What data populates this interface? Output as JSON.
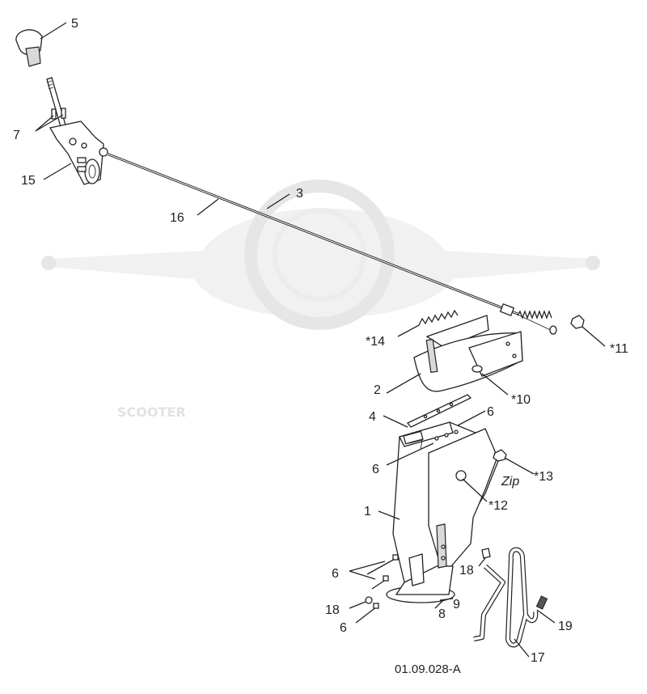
{
  "watermark": {
    "brand": "SCOOTER",
    "script": "Zip"
  },
  "diagram_id": "01.09.028-A",
  "callouts": [
    {
      "id": "c5",
      "text": "5"
    },
    {
      "id": "c7",
      "text": "7"
    },
    {
      "id": "c15",
      "text": "15"
    },
    {
      "id": "c16",
      "text": "16"
    },
    {
      "id": "c3",
      "text": "3"
    },
    {
      "id": "c11",
      "text": "*11"
    },
    {
      "id": "c14",
      "text": "*14"
    },
    {
      "id": "c2",
      "text": "2"
    },
    {
      "id": "c10",
      "text": "*10"
    },
    {
      "id": "c4",
      "text": "4"
    },
    {
      "id": "c6a",
      "text": "6"
    },
    {
      "id": "c6b",
      "text": "6"
    },
    {
      "id": "c13",
      "text": "*13"
    },
    {
      "id": "c12",
      "text": "*12"
    },
    {
      "id": "c1",
      "text": "1"
    },
    {
      "id": "c18a",
      "text": "18"
    },
    {
      "id": "c6c",
      "text": "6"
    },
    {
      "id": "c9",
      "text": "9"
    },
    {
      "id": "c8",
      "text": "8"
    },
    {
      "id": "c18b",
      "text": "18"
    },
    {
      "id": "c6d",
      "text": "6"
    },
    {
      "id": "c19",
      "text": "19"
    },
    {
      "id": "c17",
      "text": "17"
    }
  ]
}
